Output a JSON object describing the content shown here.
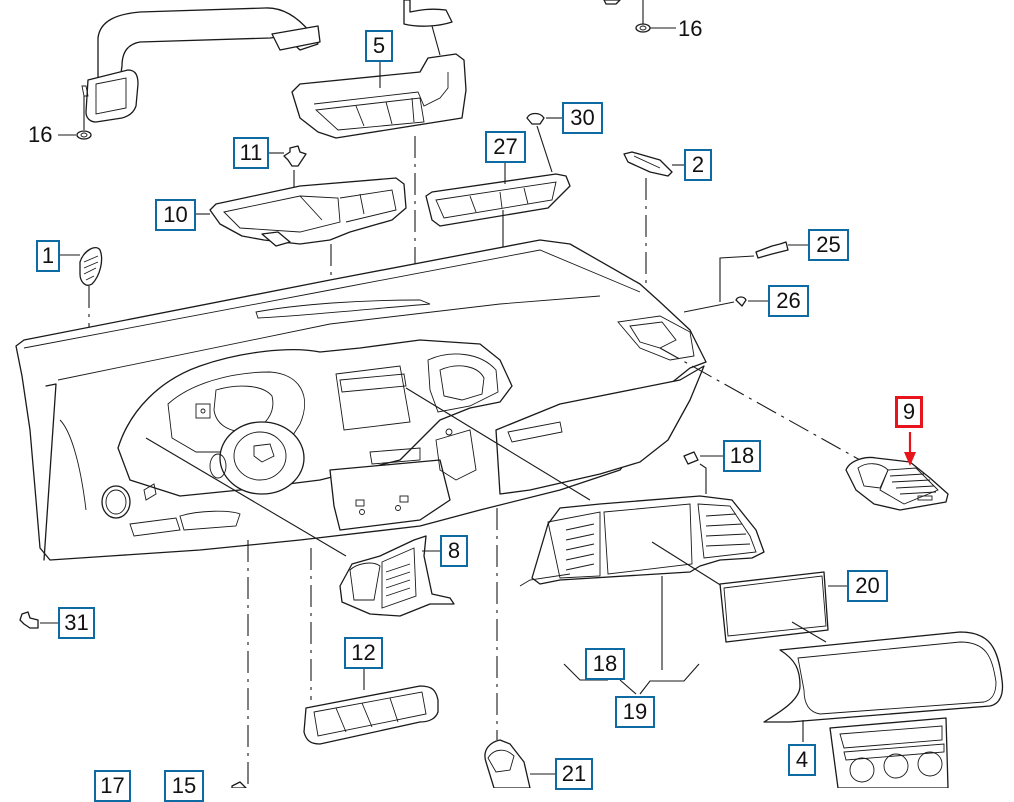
{
  "diagram": {
    "title": "Dashboard / instrument panel exploded parts view",
    "accent_color": "#0e6aa3",
    "highlight_color": "#e8141b",
    "highlighted_part": "9",
    "callouts": [
      {
        "id": "c16a",
        "label": "16",
        "boxed": false,
        "part": "clip nut (left air duct)"
      },
      {
        "id": "c16b",
        "label": "16",
        "boxed": false,
        "part": "clip nut (top)"
      },
      {
        "id": "c5",
        "label": "5",
        "boxed": true,
        "part": "center air duct"
      },
      {
        "id": "c11",
        "label": "11",
        "boxed": true,
        "part": "expanding rivet"
      },
      {
        "id": "c10",
        "label": "10",
        "boxed": true,
        "part": "defroster duct"
      },
      {
        "id": "c30",
        "label": "30",
        "boxed": true,
        "part": "clip"
      },
      {
        "id": "c27",
        "label": "27",
        "boxed": true,
        "part": "defroster vent"
      },
      {
        "id": "c2",
        "label": "2",
        "boxed": true,
        "part": "bracket"
      },
      {
        "id": "c1",
        "label": "1",
        "boxed": true,
        "part": "side window vent"
      },
      {
        "id": "c25",
        "label": "25",
        "boxed": true,
        "part": "screw"
      },
      {
        "id": "c26",
        "label": "26",
        "boxed": true,
        "part": "clip"
      },
      {
        "id": "c9",
        "label": "9",
        "boxed": true,
        "highlighted": true,
        "part": "right air vent"
      },
      {
        "id": "c18a",
        "label": "18",
        "boxed": true,
        "part": "clip"
      },
      {
        "id": "c8",
        "label": "8",
        "boxed": true,
        "part": "left air vent"
      },
      {
        "id": "c20",
        "label": "20",
        "boxed": true,
        "part": "display trim"
      },
      {
        "id": "c31",
        "label": "31",
        "boxed": true,
        "part": "sensor"
      },
      {
        "id": "c12",
        "label": "12",
        "boxed": true,
        "part": "lower vent grille"
      },
      {
        "id": "c18b",
        "label": "18",
        "boxed": true,
        "part": "clip"
      },
      {
        "id": "c19",
        "label": "19",
        "boxed": true,
        "part": "screw"
      },
      {
        "id": "c4",
        "label": "4",
        "boxed": true,
        "part": "center trim panel"
      },
      {
        "id": "c17",
        "label": "17",
        "boxed": true,
        "part": "part 17"
      },
      {
        "id": "c15",
        "label": "15",
        "boxed": true,
        "part": "part 15"
      },
      {
        "id": "c21",
        "label": "21",
        "boxed": true,
        "part": "duct elbow"
      }
    ]
  }
}
